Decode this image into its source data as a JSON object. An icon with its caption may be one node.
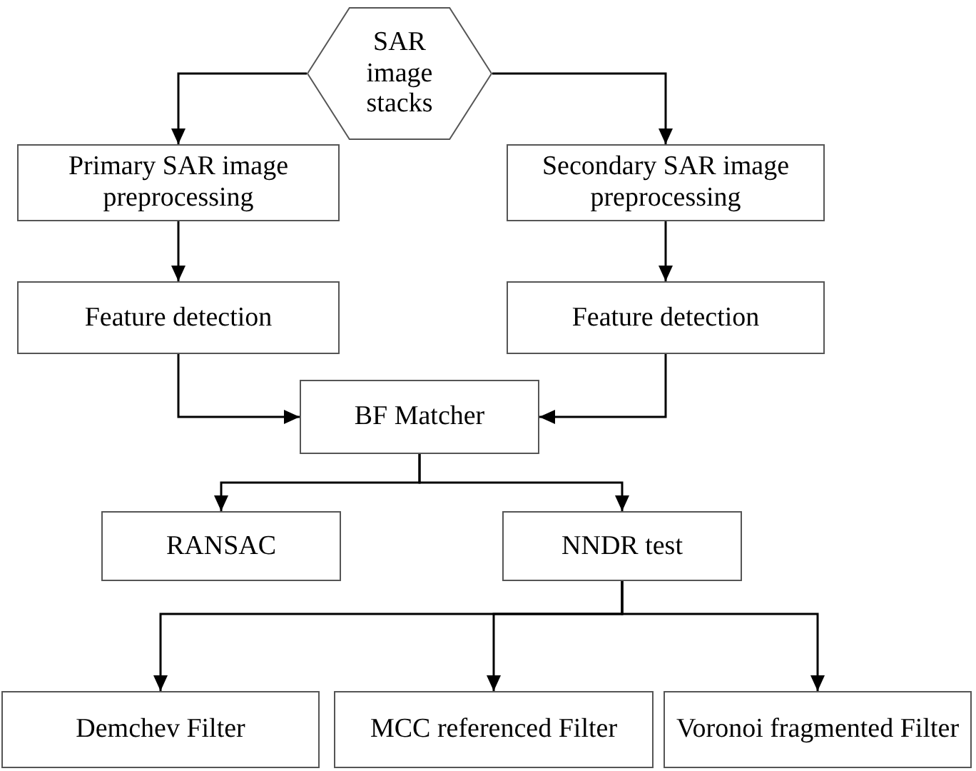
{
  "diagram": {
    "nodes": [
      {
        "text": [
          "SAR image stacks"
        ]
      },
      {
        "text": [
          "Primary SAR image preprocessing"
        ]
      },
      {
        "text": [
          "Secondary SAR image preprocessing"
        ]
      },
      {
        "text": [
          "Feature detection"
        ]
      },
      {
        "text": [
          "Feature detection"
        ]
      },
      {
        "text": [
          "BF Matcher"
        ]
      },
      {
        "text": [
          "RANSAC"
        ]
      },
      {
        "text": [
          "NNDR test"
        ]
      },
      {
        "text": [
          "Demchev Filter"
        ]
      },
      {
        "text": [
          "MCC referenced Filter"
        ]
      },
      {
        "text": [
          "Voronoi fragmented Filter"
        ]
      }
    ],
    "edges": [
      {
        "from": 0,
        "to": 1,
        "arrow": "to"
      },
      {
        "from": 0,
        "to": 2,
        "arrow": "to"
      },
      {
        "from": 1,
        "to": 3,
        "arrow": "to"
      },
      {
        "from": 2,
        "to": 4,
        "arrow": "to"
      },
      {
        "from": 3,
        "to": 5,
        "arrow": "to"
      },
      {
        "from": 4,
        "to": 5,
        "arrow": "to"
      },
      {
        "from": 5,
        "to": 6,
        "arrow": "to"
      },
      {
        "from": 5,
        "to": 7,
        "arrow": "to"
      },
      {
        "from": 7,
        "to": 8,
        "arrow": "to"
      },
      {
        "from": 7,
        "to": 9,
        "arrow": "to"
      },
      {
        "from": 7,
        "to": 10,
        "arrow": "to"
      }
    ]
  }
}
